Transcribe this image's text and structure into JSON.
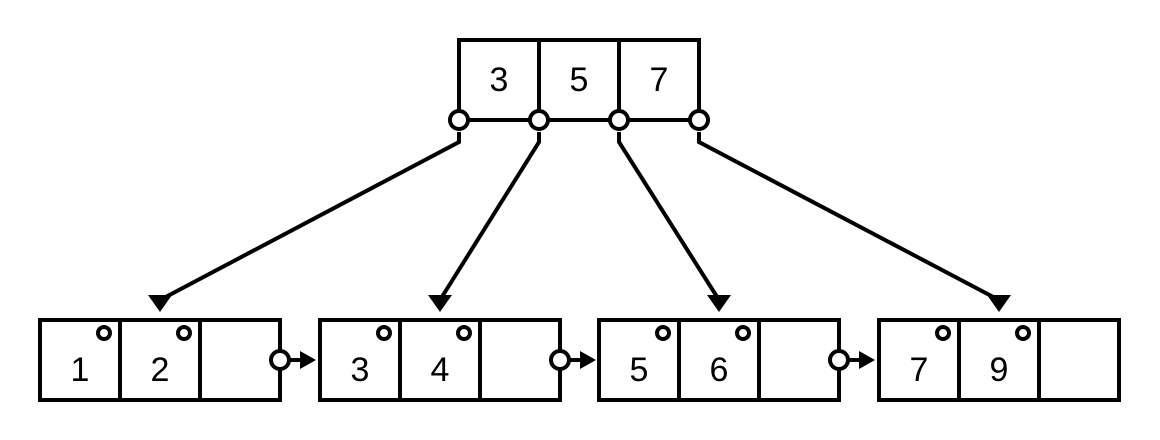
{
  "tree": {
    "root": {
      "keys": [
        "3",
        "5",
        "7"
      ]
    },
    "leaves": [
      {
        "keys": [
          "1",
          "2",
          ""
        ]
      },
      {
        "keys": [
          "3",
          "4",
          ""
        ]
      },
      {
        "keys": [
          "5",
          "6",
          ""
        ]
      },
      {
        "keys": [
          "7",
          "9",
          ""
        ]
      }
    ]
  }
}
